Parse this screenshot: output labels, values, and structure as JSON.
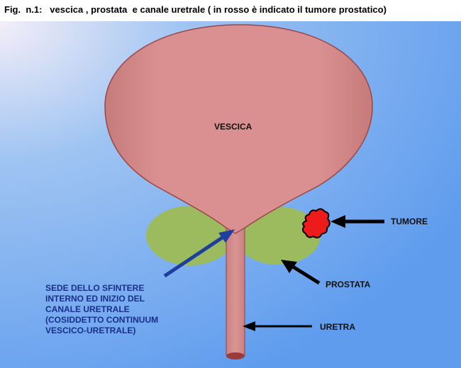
{
  "figure": {
    "caption": "Fig.  n.1:   vescica , prostata  e canale uretrale ( in rosso è indicato il tumore prostatico)"
  },
  "labels": {
    "vescica": "VESCICA",
    "tumore": "TUMORE",
    "prostata": "PROSTATA",
    "uretra": "URETRA",
    "sfintere_lines": [
      "SEDE DELLO SFINTERE",
      "INTERNO ED INIZIO DEL",
      "CANALE URETRALE",
      "(COSIDDETTO CONTINUUM",
      "VESCICO-URETRALE)"
    ]
  },
  "colors": {
    "background_light": "#f2eef8",
    "background_blue": "#6aa3ee",
    "bladder_fill": "#d98f8f",
    "bladder_stroke": "#9a4646",
    "prostate_fill": "#9cbb5e",
    "tumor_fill": "#ee1b1b",
    "arrow_black": "#000000",
    "arrow_blue": "#1f3f9e",
    "sfintere_text": "#1a2f8a"
  }
}
